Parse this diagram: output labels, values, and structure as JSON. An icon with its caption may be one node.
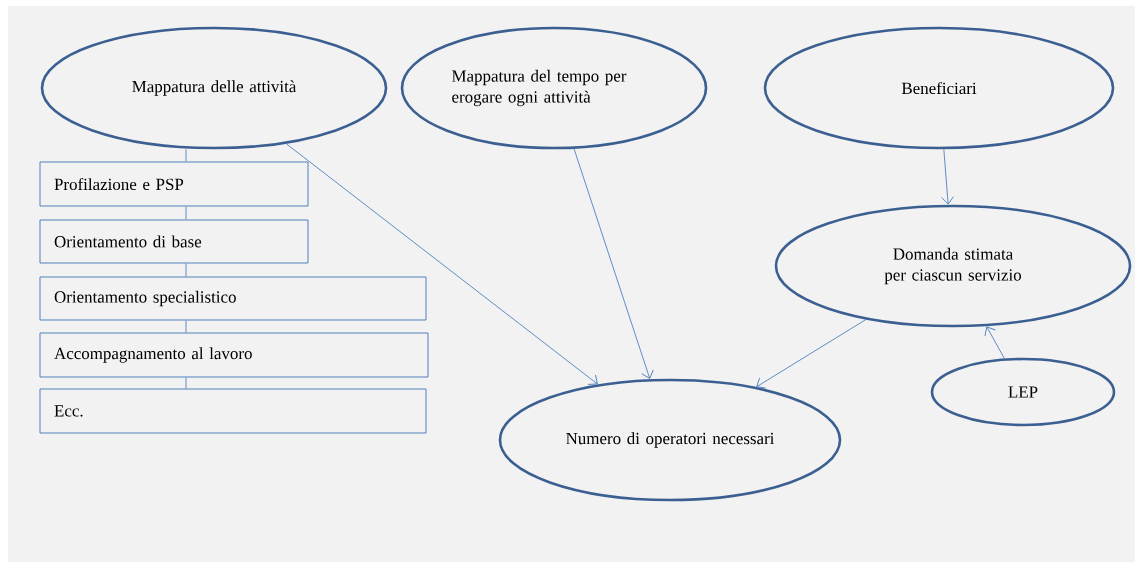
{
  "diagram": {
    "nodes": [
      {
        "text": [
          "Mappatura delle attività"
        ]
      },
      {
        "text": [
          "Mappatura del tempo per erogare ogni attività"
        ]
      },
      {
        "text": [
          "Beneficiari"
        ]
      },
      {
        "text": [
          "Profilazione e PSP"
        ]
      },
      {
        "text": [
          "Orientamento di base"
        ]
      },
      {
        "text": [
          "Orientamento specialistico"
        ]
      },
      {
        "text": [
          "Accompagnamento al lavoro"
        ]
      },
      {
        "text": [
          "Ecc."
        ]
      },
      {
        "text": [
          "Domanda stimata per ciascun servizio"
        ]
      },
      {
        "text": [
          "Numero di operatori necessari"
        ]
      },
      {
        "text": [
          "LEP"
        ]
      }
    ],
    "edges": [
      {
        "from": 0,
        "to": 3,
        "arrow": "none"
      },
      {
        "from": 3,
        "to": 4,
        "arrow": "none"
      },
      {
        "from": 4,
        "to": 5,
        "arrow": "none"
      },
      {
        "from": 5,
        "to": 6,
        "arrow": "none"
      },
      {
        "from": 6,
        "to": 7,
        "arrow": "none"
      },
      {
        "from": 0,
        "to": 9,
        "arrow": "to"
      },
      {
        "from": 1,
        "to": 9,
        "arrow": "to"
      },
      {
        "from": 2,
        "to": 8,
        "arrow": "to"
      },
      {
        "from": 8,
        "to": 9,
        "arrow": "to"
      },
      {
        "from": 10,
        "to": 8,
        "arrow": "to"
      }
    ]
  }
}
